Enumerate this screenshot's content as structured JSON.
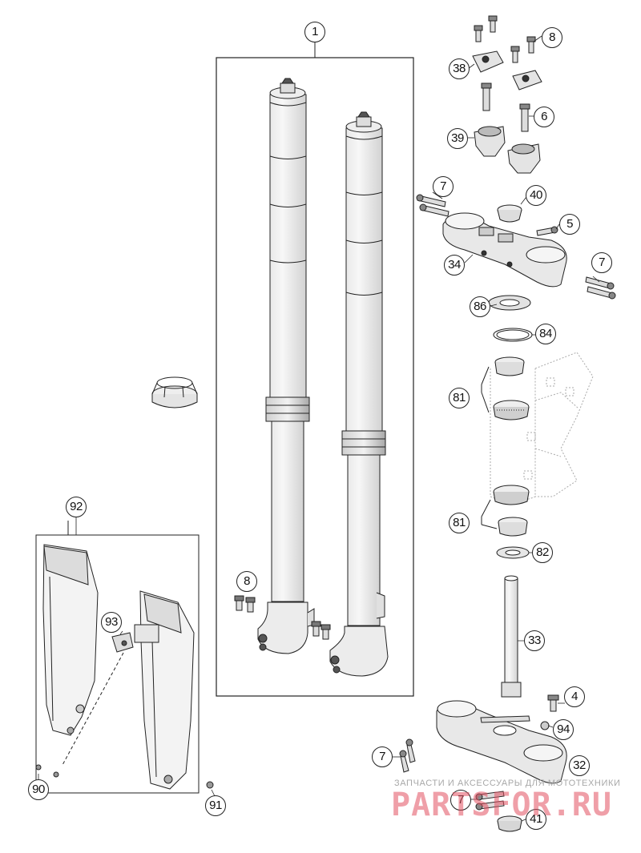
{
  "callouts": [
    "1",
    "8",
    "38",
    "6",
    "39",
    "7",
    "40",
    "5",
    "34",
    "7",
    "86",
    "84",
    "81",
    "81",
    "82",
    "33",
    "8",
    "93",
    "92",
    "90",
    "91",
    "4",
    "94",
    "7",
    "32",
    "7",
    "41"
  ],
  "watermark": {
    "text": "ЗАПЧАСТИ И АКСЕССУАРЫ ДЛЯ МОТОТЕХНИКИ",
    "logo": "PARTSFOR.RU",
    "color": "#e25060"
  }
}
